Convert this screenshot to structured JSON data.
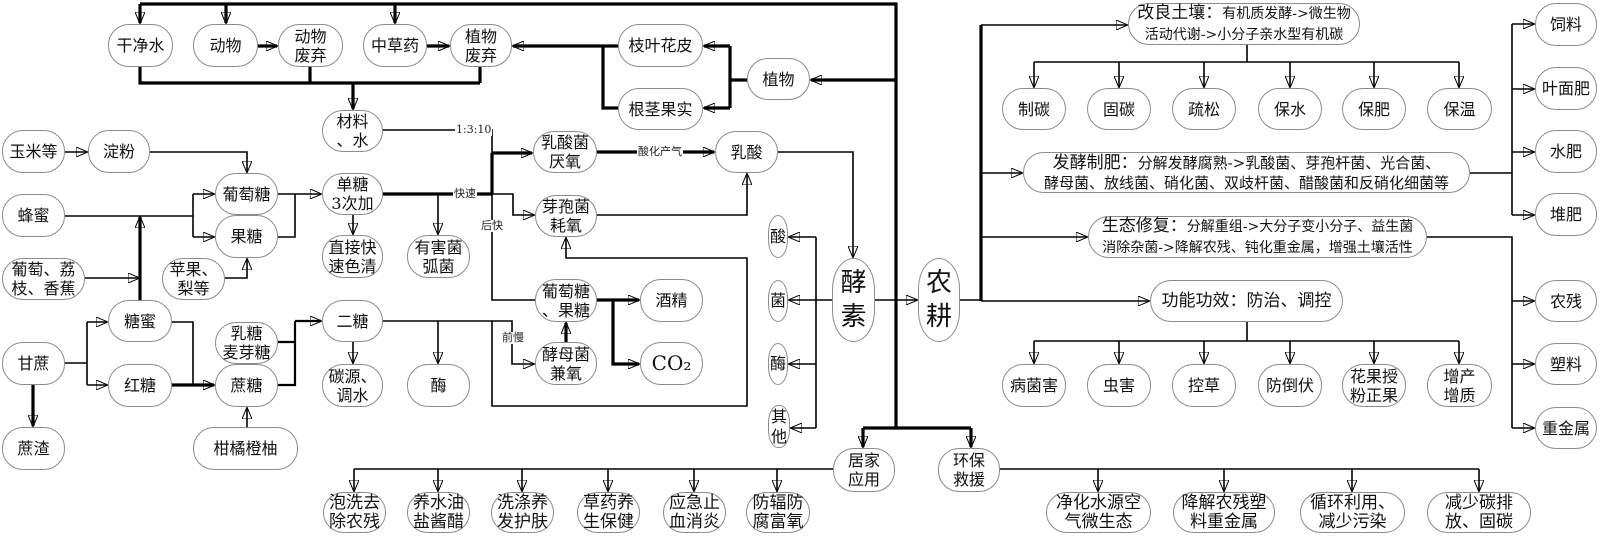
{
  "raw_materials": {
    "clean_water": "干净水",
    "animal": "动物",
    "animal_waste": "动物\n废弃",
    "herbs": "中草药",
    "plant_waste": "植物\n废弃",
    "branches_leaves": "枝叶花皮",
    "roots_fruits": "根茎果实",
    "plant": "植物",
    "material_water": "材料\n、水"
  },
  "sugar_sources": {
    "corn": "玉米等",
    "starch": "淀粉",
    "honey": "蜂蜜",
    "grape_lychee_banana": "葡萄、荔\n枝、香蕉",
    "apple_pear": "苹果、\n梨等",
    "molasses": "糖蜜",
    "sugarcane": "甘蔗",
    "brown_sugar": "红糖",
    "bagasse": "蔗渣",
    "citrus": "柑橘橙柚"
  },
  "sugars": {
    "glucose": "葡萄糖",
    "fructose": "果糖",
    "monosaccharide": "单糖\n3次加",
    "lactose_maltose": "乳糖\n麦芽糖",
    "sucrose": "蔗糖",
    "disaccharide": "二糖"
  },
  "sugar_uses": {
    "direct_fast": "直接快\n速色清",
    "harmful_bacteria": "有害菌\n弧菌",
    "carbon_source": "碳源、\n调水",
    "enzyme": "酶"
  },
  "fermentation": {
    "lactobacillus": "乳酸菌\n厌氧",
    "bacillus": "芽孢菌\n耗氧",
    "glucose_fructose": "葡萄糖\n、果糖",
    "yeast": "酵母菌\n兼氧",
    "lactic_acid": "乳酸",
    "alcohol": "酒精",
    "co2": "CO₂"
  },
  "edge_labels": {
    "ratio": "1:3:10",
    "fast": "快速",
    "later_fast": "后快",
    "early_slow": "前慢",
    "acidify": "酸化产气"
  },
  "enzyme_products": {
    "acid": "酸",
    "bacteria": "菌",
    "enzyme": "酶",
    "other": "其\n他"
  },
  "core": {
    "ferment_enzyme": "酵\n素",
    "farming": "农\n耕"
  },
  "farming": {
    "soil": {
      "title": "改良土壤：",
      "desc": "有机质发酵->微生物\n活动代谢->小分子亲水型有机碳",
      "effects": [
        "制碳",
        "固碳",
        "疏松",
        "保水",
        "保肥",
        "保温"
      ]
    },
    "fertilizer": {
      "title": "发酵制肥：",
      "desc": "分解发酵腐熟->乳酸菌、芽孢杆菌、光合菌、\n酵母菌、放线菌、硝化菌、双歧杆菌、醋酸菌和反硝化细菌等",
      "types": [
        "饲料",
        "叶面肥",
        "水肥",
        "堆肥"
      ]
    },
    "ecology": {
      "title": "生态修复：",
      "desc": "分解重组->大分子变小分子、益生菌\n消除杂菌->降解农残、钝化重金属，增强土壤活性",
      "targets": [
        "农残",
        "塑料",
        "重金属"
      ]
    },
    "function": {
      "title": "功能功效：防治、调控",
      "effects": [
        "病菌害",
        "虫害",
        "控草",
        "防倒伏",
        "花果授\n粉正果",
        "增产\n增质"
      ]
    }
  },
  "home": {
    "label": "居家\n应用",
    "uses": [
      "泡洗去\n除农残",
      "养水油\n盐酱醋",
      "洗涤养\n发护肤",
      "草药养\n生保健",
      "应急止\n血消炎",
      "防辐防\n腐富氧"
    ]
  },
  "eco": {
    "label": "环保\n救援",
    "uses": [
      "净化水源空\n气微生态",
      "降解农残塑\n料重金属",
      "循环利用、\n减少污染",
      "减少碳排\n放、固碳"
    ]
  }
}
